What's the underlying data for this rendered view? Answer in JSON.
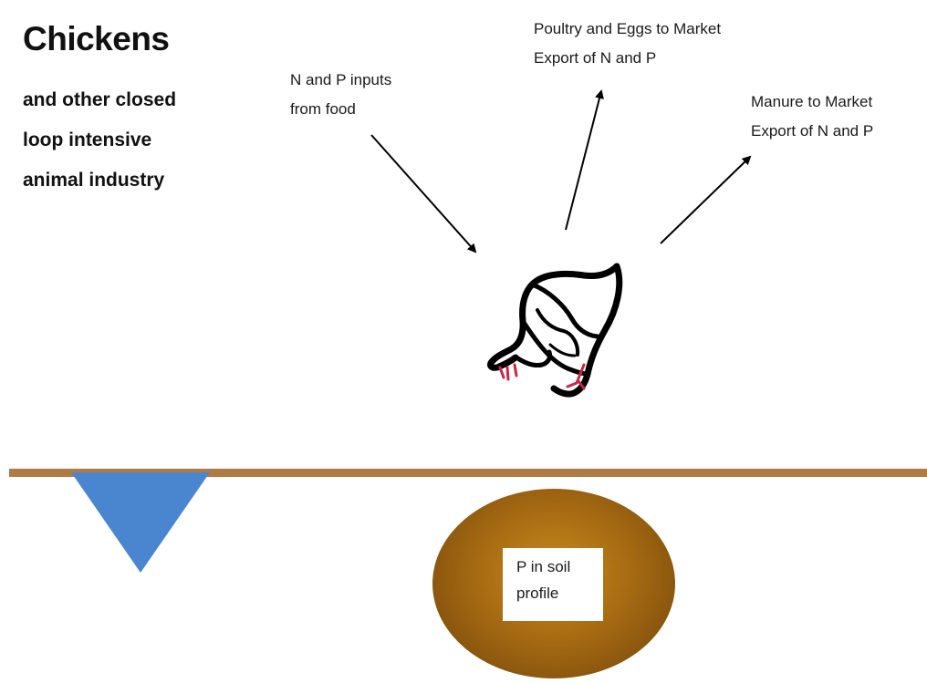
{
  "title": "Chickens",
  "subtitle_lines": [
    "and other closed",
    "loop intensive",
    "animal  industry"
  ],
  "inputs_label": [
    "N and P inputs",
    "from food"
  ],
  "poultry_label": [
    "Poultry and Eggs to Market",
    "Export of N and P"
  ],
  "manure_label": [
    "Manure to Market",
    "Export of N and P"
  ],
  "soil_label": [
    "P in soil",
    "profile"
  ],
  "colors": {
    "ground": "#b07a45",
    "pond": "#4a86d0",
    "soil": "#a66a12",
    "chicken_outline": "#000000",
    "chicken_accent": "#c8264a"
  },
  "icons": [
    "chicken-icon"
  ]
}
